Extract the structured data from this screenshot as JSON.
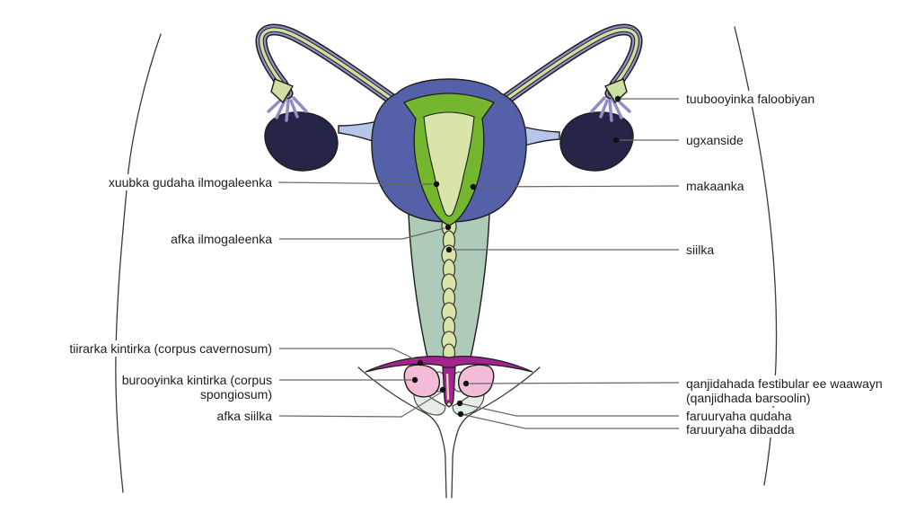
{
  "figure": {
    "description": "Anatomical diagram of the female reproductive system with Somali labels",
    "labels": {
      "right": [
        {
          "id": "fallopian-tube",
          "text": "tuubooyinka faloobiyan",
          "lines": [
            "tuubooyinka faloobiyan"
          ]
        },
        {
          "id": "ovary",
          "text": "ugxanside",
          "lines": [
            "ugxanside"
          ]
        },
        {
          "id": "uterus",
          "text": "makaanka",
          "lines": [
            "makaanka"
          ]
        },
        {
          "id": "vagina",
          "text": "siilka",
          "lines": [
            "siilka"
          ]
        },
        {
          "id": "vestibular-glands",
          "text": "qanjidahada festibular ee waawayn (qanjidhada barsoolin)",
          "lines": [
            "qanjidahada festibular ee waawayn",
            "(qanjidhada barsoolin)"
          ]
        },
        {
          "id": "labia-inner",
          "text": "faruuryaha gudaha",
          "lines": [
            "faruuryaha gudaha"
          ]
        },
        {
          "id": "labia-outer",
          "text": "faruuryaha dibadda",
          "lines": [
            "faruuryaha dibadda"
          ]
        }
      ],
      "left": [
        {
          "id": "endometrium",
          "text": "xuubka gudaha ilmogaleenka",
          "lines": [
            "xuubka gudaha ilmogaleenka"
          ]
        },
        {
          "id": "cervix-opening",
          "text": "afka ilmogaleenka",
          "lines": [
            "afka ilmogaleenka"
          ]
        },
        {
          "id": "clitoris-crura",
          "text": "tiirarka kintirka (corpus cavernosum)",
          "lines": [
            "tiirarka kintirka (corpus cavernosum)"
          ]
        },
        {
          "id": "clitoris-bulbs",
          "text": "burooyinka kintirka (corpus spongiosum)",
          "lines": [
            "burooyinka kintirka (corpus",
            "spongiosum)"
          ]
        },
        {
          "id": "vaginal-opening",
          "text": "afka siilka",
          "lines": [
            "afka siilka"
          ]
        }
      ]
    },
    "colors": {
      "uterus": "#5461a8",
      "lining": "#74b62e",
      "cavity": "#d9e4a8",
      "tube_wall": "#8f8cc6",
      "tube_lumen": "#cedfa2",
      "ovary": "#252548",
      "ligament": "#b6c5ea",
      "vagina": "#aecab8",
      "crura": "#a52390",
      "bulbs": "#f3bbd5",
      "vestibule": "#e4eee5",
      "outline": "#1d1d1b",
      "leader": "#676767",
      "marker": "#111111",
      "text": "#1d1d1b",
      "background": "#ffffff"
    }
  }
}
